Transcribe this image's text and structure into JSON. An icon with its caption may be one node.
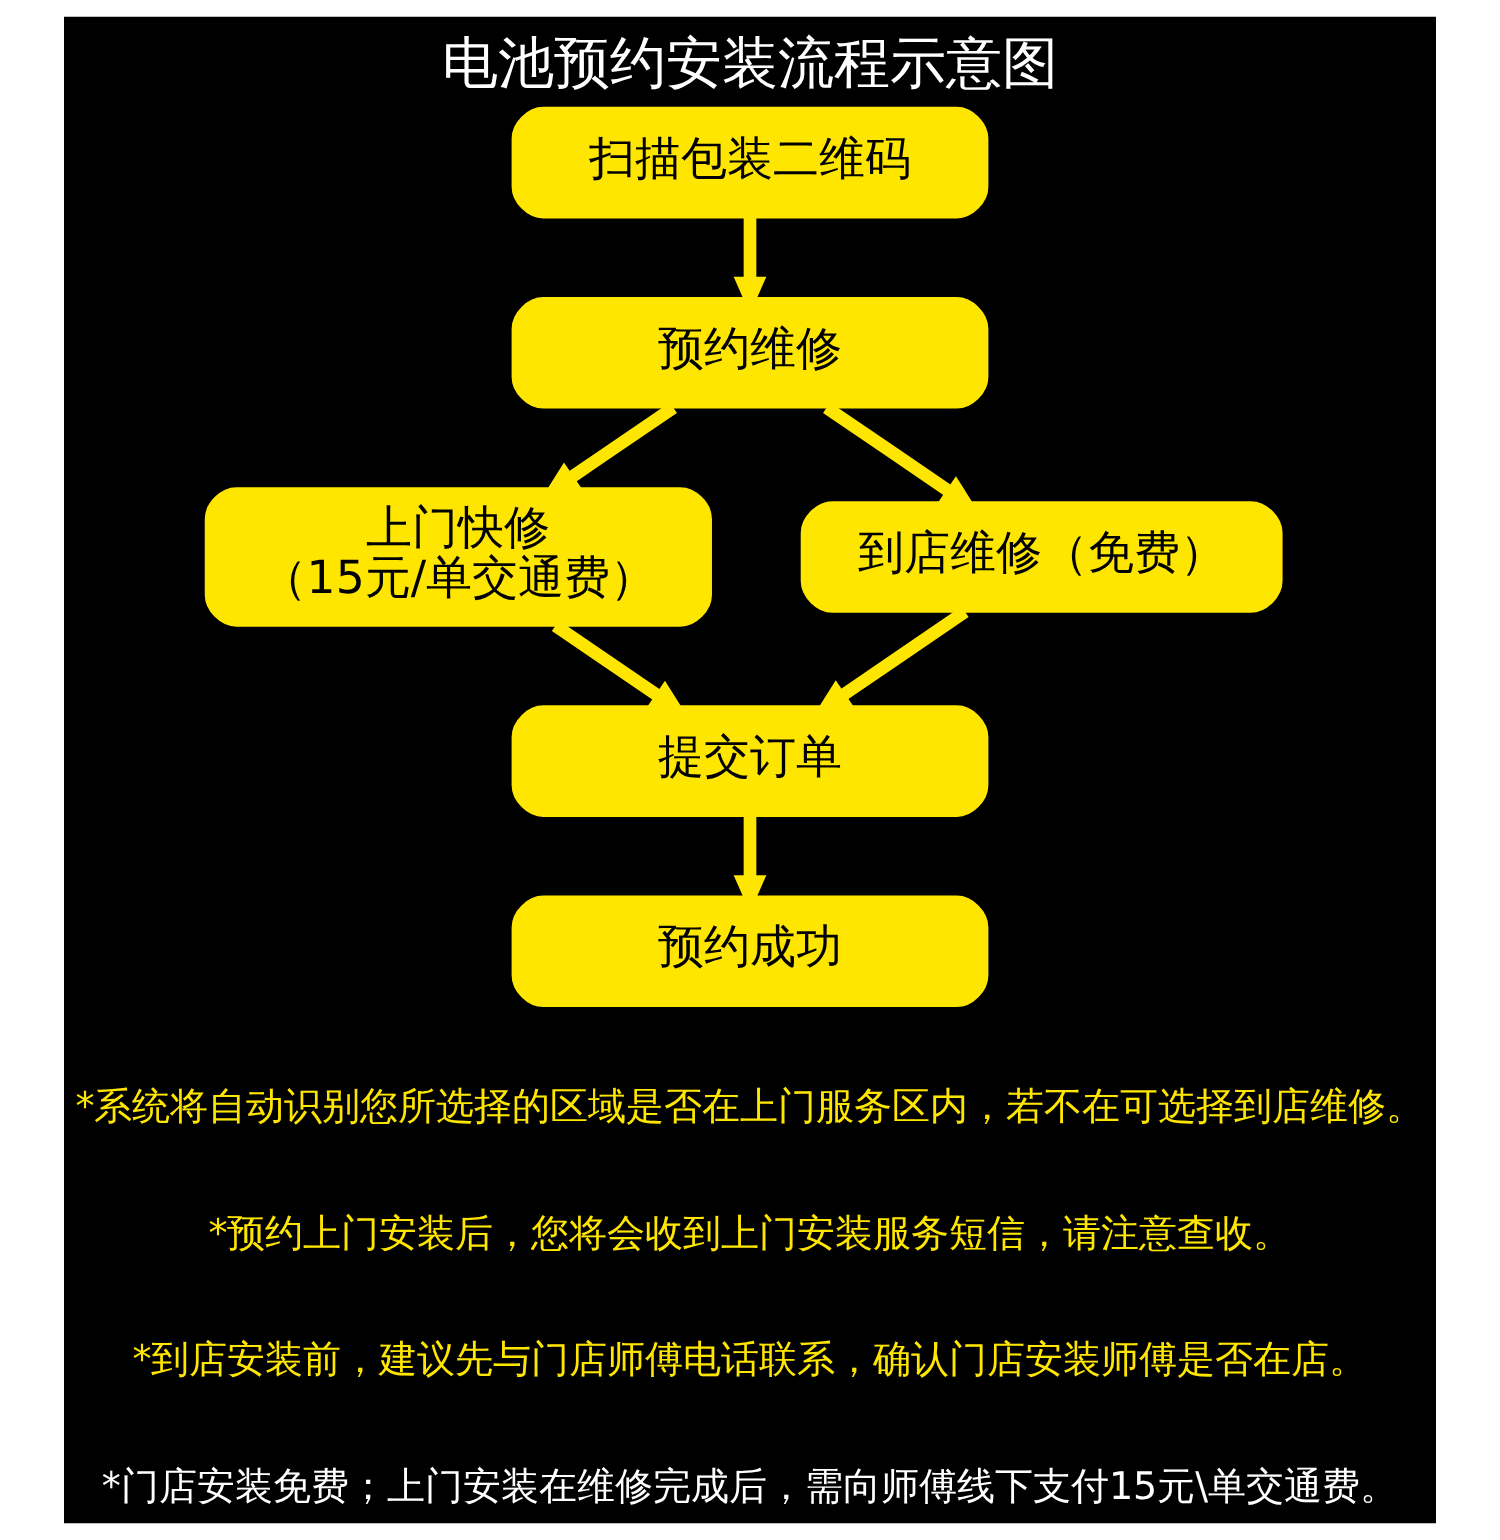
{
  "diagram": {
    "title": "电池预约安装流程示意图",
    "nodes": [
      {
        "text": [
          "扫描包装二维码"
        ]
      },
      {
        "text": [
          "预约维修"
        ]
      },
      {
        "text": [
          "上门快修",
          "（15元/单交通费）"
        ]
      },
      {
        "text": [
          "到店维修（免费）"
        ]
      },
      {
        "text": [
          "提交订单"
        ]
      },
      {
        "text": [
          "预约成功"
        ]
      }
    ],
    "edges": [
      {
        "from": 0,
        "to": 1,
        "arrow": "to"
      },
      {
        "from": 1,
        "to": 2,
        "arrow": "to"
      },
      {
        "from": 1,
        "to": 3,
        "arrow": "to"
      },
      {
        "from": 2,
        "to": 4,
        "arrow": "to"
      },
      {
        "from": 3,
        "to": 4,
        "arrow": "to"
      },
      {
        "from": 4,
        "to": 5,
        "arrow": "to"
      }
    ],
    "labels": [
      "*系统将自动识别您所选择的区域是否在上门服务区内，若不在可选择到店维修。",
      "*预约上门安装后，您将会收到上门安装服务短信，请注意查收。",
      "*到店安装前，建议先与门店师傅电话联系，确认门店安装师傅是否在店。",
      "*门店安装免费；上门安装在维修完成后，需向师傅线下支付15元\\单交通费。"
    ]
  }
}
